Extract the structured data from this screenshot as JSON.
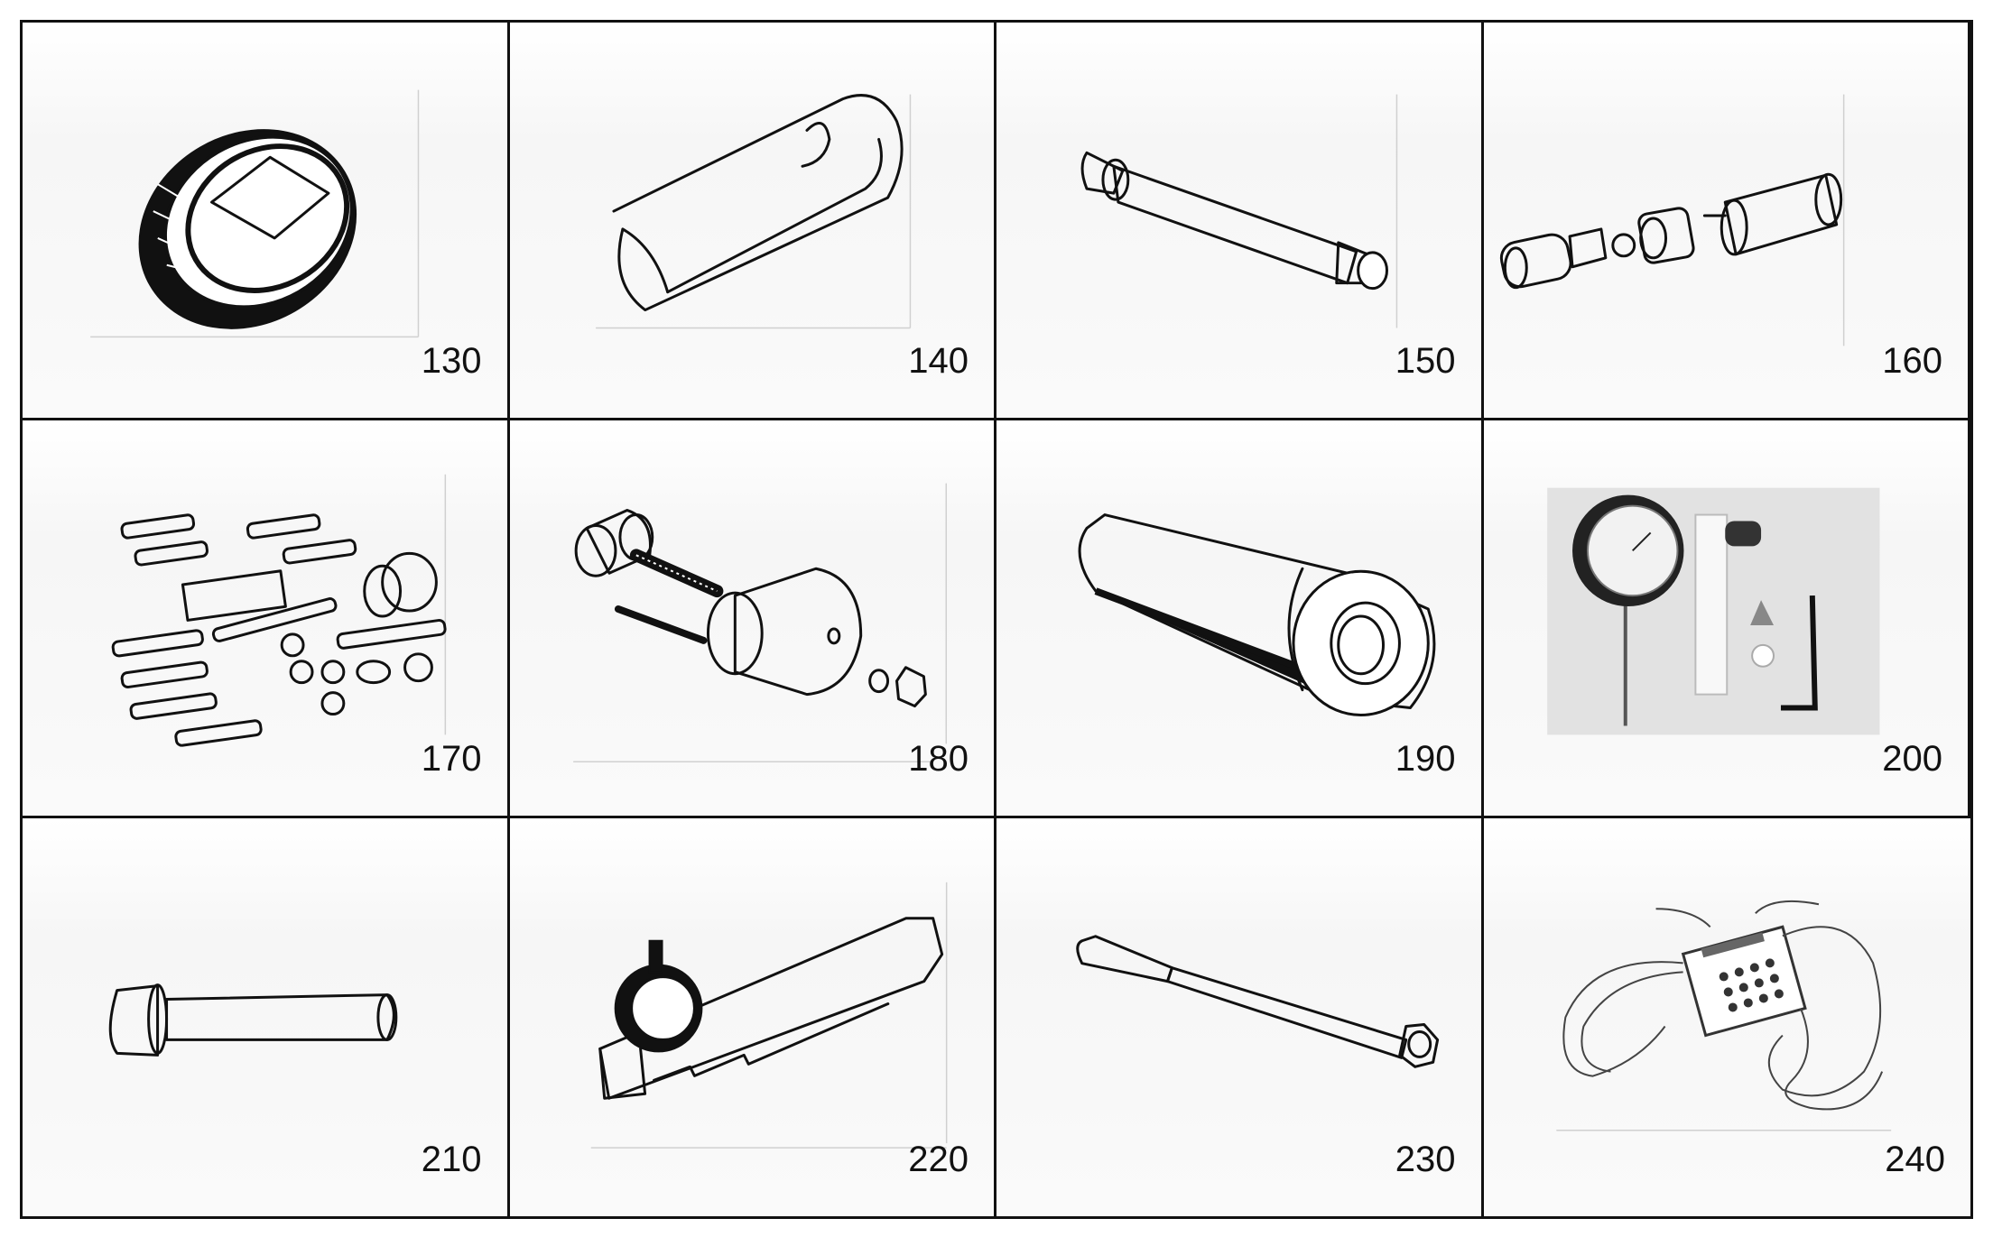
{
  "tools": [
    {
      "number": "130",
      "icon": "knurled-ring-icon"
    },
    {
      "number": "140",
      "icon": "slotted-sleeve-icon"
    },
    {
      "number": "150",
      "icon": "drift-pin-icon"
    },
    {
      "number": "160",
      "icon": "puller-assembly-icon"
    },
    {
      "number": "170",
      "icon": "stud-and-nut-kit-icon"
    },
    {
      "number": "180",
      "icon": "press-tool-assembly-icon"
    },
    {
      "number": "190",
      "icon": "tapered-sleeve-icon"
    },
    {
      "number": "200",
      "icon": "dial-indicator-kit-icon"
    },
    {
      "number": "210",
      "icon": "stepped-pin-icon"
    },
    {
      "number": "220",
      "icon": "dial-gauge-bar-icon"
    },
    {
      "number": "230",
      "icon": "socket-rod-icon"
    },
    {
      "number": "240",
      "icon": "electronic-tester-icon"
    }
  ]
}
